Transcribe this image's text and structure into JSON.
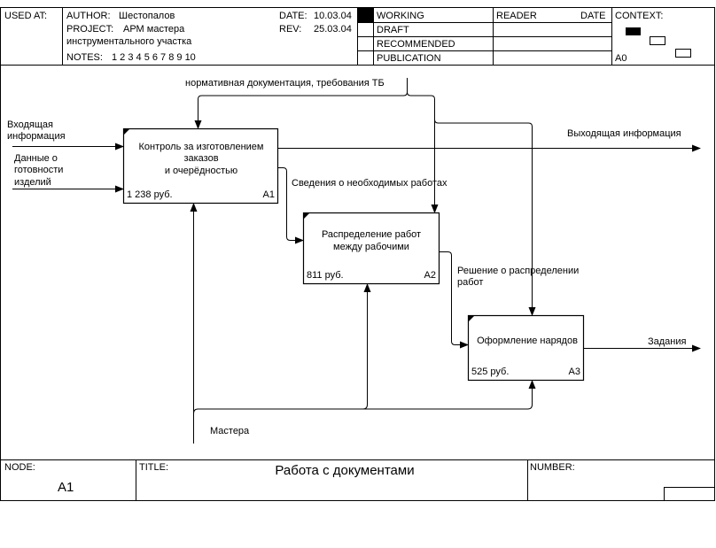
{
  "header": {
    "used_at_label": "USED AT:",
    "author_label": "AUTHOR:",
    "author": "Шестопалов",
    "project_label": "PROJECT:",
    "project_line1": "АРМ мастера",
    "project_line2": "инструментального участка",
    "notes_label": "NOTES:",
    "notes": "1  2  3  4  5  6  7  8  9  10",
    "date_label": "DATE:",
    "date": "10.03.04",
    "rev_label": "REV:",
    "rev": "25.03.04",
    "status": [
      "WORKING",
      "DRAFT",
      "RECOMMENDED",
      "PUBLICATION"
    ],
    "reader_label": "READER",
    "reader_date_label": "DATE",
    "context_label": "CONTEXT:",
    "context_node": "A0"
  },
  "diagram": {
    "boxes": [
      {
        "id": "A1",
        "lines": [
          "Контроль за изготовлением",
          "заказов",
          "и очерёдностью"
        ],
        "cost": "1 238 руб.",
        "number": "A1"
      },
      {
        "id": "A2",
        "lines": [
          "Распределение работ",
          "между рабочими"
        ],
        "cost": "811 руб.",
        "number": "A2"
      },
      {
        "id": "A3",
        "lines": [
          "Оформление нарядов"
        ],
        "cost": "525 руб.",
        "number": "A3"
      }
    ],
    "labels": {
      "control_top": "нормативная документация, требования ТБ",
      "input1_line1": "Входящая",
      "input1_line2": "информация",
      "input2_line1": "Данные о",
      "input2_line2": "готовности",
      "input2_line3": "изделий",
      "output1": "Выходящая информация",
      "a1_to_a2": "Сведения о необходимых работах",
      "a2_to_a3_line1": "Решение о распределении",
      "a2_to_a3_line2": "работ",
      "output3": "Задания",
      "mechanism": "Мастера"
    }
  },
  "footer": {
    "node_label": "NODE:",
    "node": "A1",
    "title_label": "TITLE:",
    "title": "Работа  с документами",
    "number_label": "NUMBER:"
  }
}
